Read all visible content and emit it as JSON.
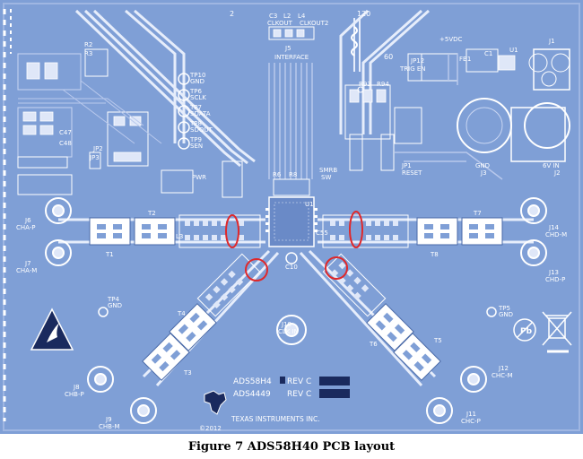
{
  "caption": "Figure 7 ADS58H40 PCB layout",
  "colors": {
    "board": "#7f9fd6",
    "trace": "#b8c8ec",
    "silk": "#ffffff",
    "highlight": "#e0282a"
  },
  "top_labels": [
    "2",
    "C3",
    "L2",
    "L4",
    "CLKOUT",
    "CLKOUT2",
    "120"
  ],
  "header": {
    "ref": "J5",
    "name": "INTERFACE"
  },
  "power": {
    "supply": "+5VDC",
    "jumper": "JP12",
    "trig": "TRIG EN",
    "gnd": "GND",
    "gnd_ref": "J3",
    "vin": "6V IN",
    "vin_ref": "J2",
    "j1": "J1",
    "u1": "U1",
    "reset": "RESET",
    "sw_ref": "JP1",
    "num": "60",
    "fb": "FB1",
    "c": "C1"
  },
  "channels": {
    "cha_p": {
      "ref": "J6",
      "name": "CHA-P"
    },
    "cha_m": {
      "ref": "J7",
      "name": "CHA-M"
    },
    "chb_p": {
      "ref": "J8",
      "name": "CHB-P"
    },
    "chb_m": {
      "ref": "J9",
      "name": "CHB-M"
    },
    "chc_m": {
      "ref": "J12",
      "name": "CHC-M"
    },
    "chc_p": {
      "ref": "J11",
      "name": "CHC-P"
    },
    "chd_m": {
      "ref": "J14",
      "name": "CHD-M"
    },
    "chd_p": {
      "ref": "J13",
      "name": "CHD-P"
    }
  },
  "transformers": [
    "T1",
    "T2",
    "T3",
    "T4",
    "T5",
    "T6",
    "T7",
    "T8"
  ],
  "clock": {
    "ref": "J10",
    "name": "CLK IN"
  },
  "chip": {
    "ref": "U1"
  },
  "testpoints": [
    {
      "ref": "TP4",
      "name": "GND"
    },
    {
      "ref": "TP5",
      "name": "GND"
    },
    {
      "ref": "TP10",
      "name": "GND"
    },
    {
      "ref": "TP6",
      "name": "SCLK"
    },
    {
      "ref": "TP7",
      "name": "SDATA"
    },
    {
      "ref": "TP8",
      "name": "SDOUT"
    },
    {
      "ref": "TP9",
      "name": "SEN"
    }
  ],
  "misc_labels": [
    "R6",
    "R8",
    "C55",
    "C10",
    "L3",
    "JP2",
    "JP3",
    "C47",
    "C48",
    "R2",
    "R3",
    "PWR",
    "SMRB",
    "SW",
    "R93",
    "R94"
  ],
  "silk": {
    "rev_line1": "ADS58H4",
    "rev_line2": "ADS4449",
    "rev_suffix": "REV C",
    "company": "TEXAS INSTRUMENTS INC.",
    "copyright": "©2012",
    "pb": "Pb"
  }
}
